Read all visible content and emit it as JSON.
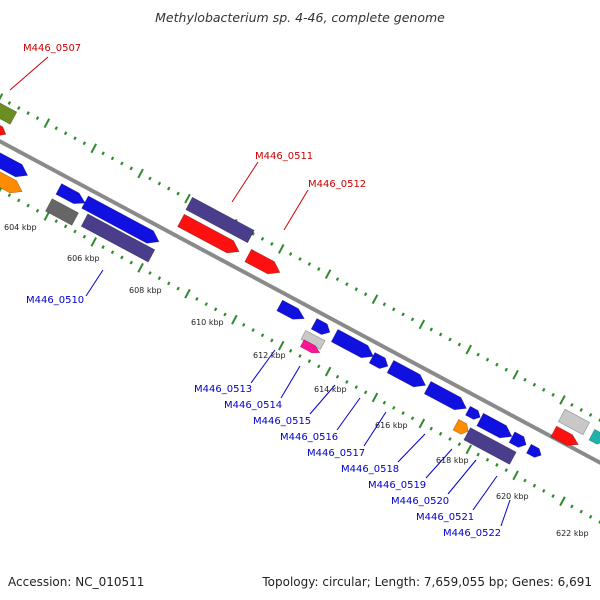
{
  "title": "Methylobacterium sp. 4-46, complete genome",
  "footer": {
    "accession": "Accession: NC_010511",
    "summary": "Topology: circular; Length: 7,659,055 bp; Genes: 6,691"
  },
  "colors": {
    "backbone": "#8a8a8a",
    "tick": "#2e8b2e",
    "label_top": "#cc0000",
    "label_bottom": "#0000cc",
    "gene_blue": "#1010e0",
    "gene_red": "#ff1010",
    "gene_navy": "#4a3d8c",
    "gene_gray": "#666666",
    "gene_olive": "#6b8e23",
    "gene_orange": "#ff8c00",
    "gene_pink": "#ff1493",
    "gene_light": "#c8c8c8",
    "gene_teal": "#20b2aa"
  },
  "axis": {
    "kbp_labels": [
      "604 kbp",
      "606 kbp",
      "608 kbp",
      "610 kbp",
      "612 kbp",
      "614 kbp",
      "616 kbp",
      "618 kbp",
      "620 kbp",
      "622 kbp"
    ]
  },
  "genes": {
    "top_labels": [
      "M446_0507",
      "M446_0511",
      "M446_0512"
    ],
    "bottom_labels": [
      "M446_0510",
      "M446_0513",
      "M446_0514",
      "M446_0515",
      "M446_0516",
      "M446_0517",
      "M446_0518",
      "M446_0519",
      "M446_0520",
      "M446_0521",
      "M446_0522"
    ]
  }
}
